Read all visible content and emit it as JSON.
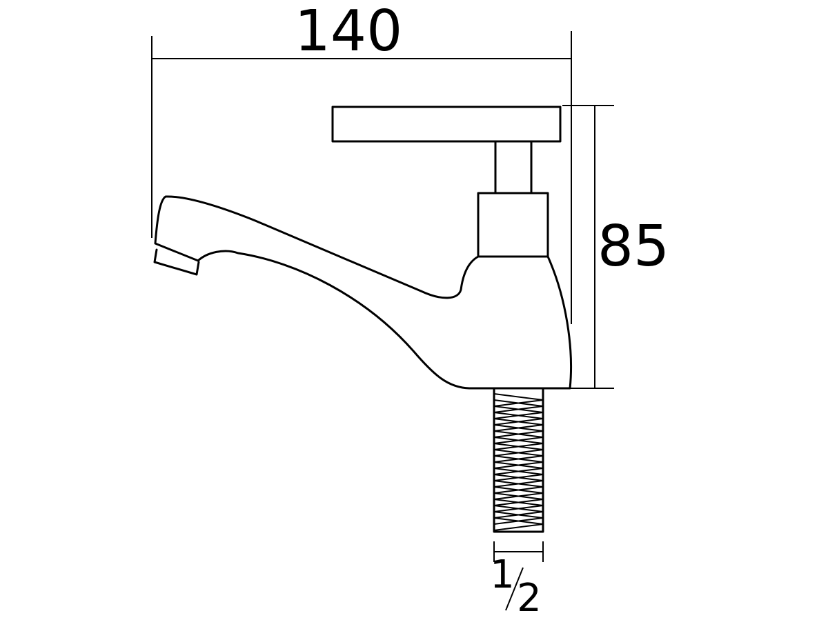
{
  "dimensions": {
    "width_label": "140",
    "height_label": "85",
    "thread_label_numerator": "1",
    "thread_label_denominator": "2"
  },
  "colors": {
    "line": "#000000",
    "background": "#ffffff"
  }
}
